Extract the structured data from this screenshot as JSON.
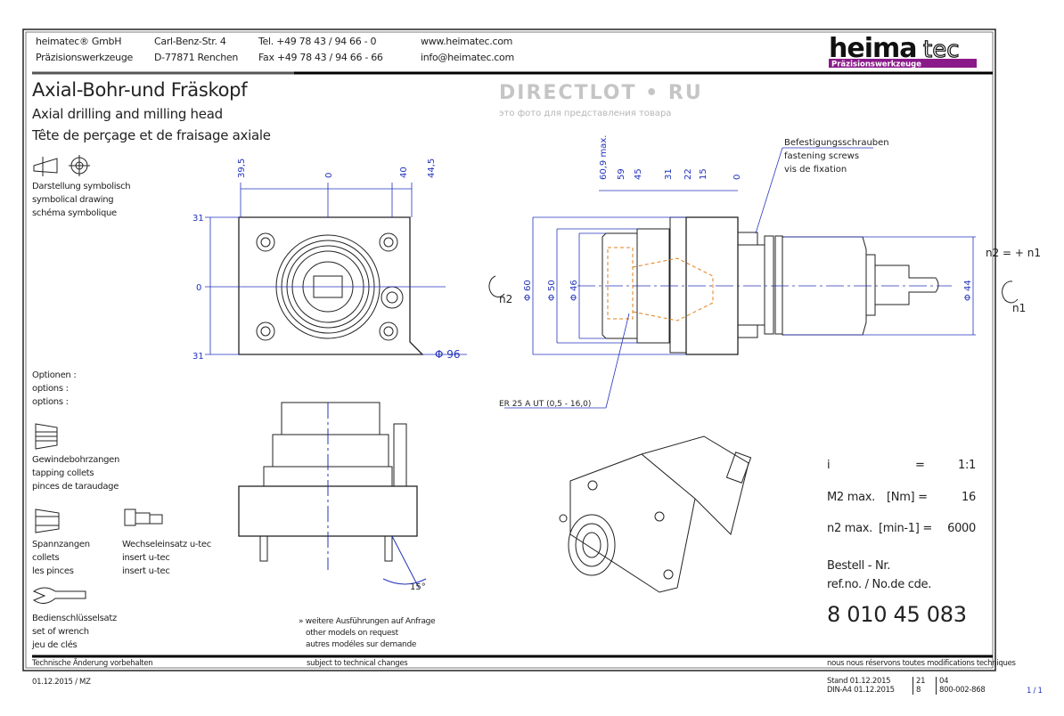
{
  "header": {
    "company": "heimatec® GmbH",
    "company_sub": "Präzisionswerkzeuge",
    "street": "Carl-Benz-Str. 4",
    "city": "D-77871 Renchen",
    "tel": "Tel. +49 78 43 / 94 66 - 0",
    "fax": "Fax +49 78 43 / 94 66 - 66",
    "web": "www.heimatec.com",
    "email": "info@heimatec.com",
    "logo": "heimatec",
    "logo_sub": "Präzisionswerkzeuge"
  },
  "watermark": {
    "text": "DIRECTLOT.RU",
    "caption": "это фото для представления товара"
  },
  "title": {
    "de": "Axial-Bohr-und Fräskopf",
    "en": "Axial drilling and milling head",
    "fr": "Tête de perçage et de fraisage axiale"
  },
  "sidebar": {
    "symbol": [
      "Darstellung symbolisch",
      "symbolical drawing",
      "schéma symbolique"
    ],
    "options": [
      "Optionen :",
      "options :",
      "options :"
    ],
    "tapping": [
      "Gewindebohrzangen",
      "tapping collets",
      "pinces de taraudage"
    ],
    "collets": [
      "Spannzangen",
      "collets",
      "les pinces"
    ],
    "insert": [
      "Wechseleinsatz u-tec",
      "insert u-tec",
      "insert u-tec"
    ],
    "wrench": [
      "Bedienschlüsselsatz",
      "set of wrench",
      "jeu de clés"
    ]
  },
  "front_view": {
    "dims_top": [
      "39,5",
      "0",
      "40",
      "44,5"
    ],
    "dims_left": [
      "31",
      "0",
      "31"
    ],
    "diameter": "Φ 96"
  },
  "side_view": {
    "dims_top": [
      "60,9 max.",
      "59",
      "45",
      "31",
      "22",
      "15",
      "0"
    ],
    "diameters": [
      "Φ 60",
      "Φ 50",
      "Φ 46",
      "Φ 44"
    ],
    "screws_note": [
      "Befestigungsschrauben",
      "fastening screws",
      "vis de fixation"
    ],
    "collet_note": "ER 25 A UT (0,5 - 16,0)",
    "n2": "n2",
    "n1": "n1",
    "ratio_note": "n2 = + n1"
  },
  "lower_view": {
    "angle": "15°"
  },
  "specs": {
    "i_label": "i",
    "i_eq": "=",
    "i_value": "1:1",
    "m2_label": "M2 max.",
    "m2_unit": "[Nm] =",
    "m2_value": "16",
    "n2_label": "n2 max.",
    "n2_unit": "[min-1] =",
    "n2_value": "6000",
    "order_label_de": "Bestell - Nr.",
    "order_label_en": "ref.no. / No.de cde.",
    "order_number": "8 010 45 083"
  },
  "notes": {
    "more_models": [
      "» weitere Ausführungen auf Anfrage",
      "other models on request",
      "autres modéles sur demande"
    ]
  },
  "footer": {
    "de": "Technische Änderung vorbehalten",
    "en": "subject to technical changes",
    "fr": "nous nous réservons toutes modifications techniques",
    "date_author": "01.12.2015 / MZ",
    "stand": "Stand 01.12.2015",
    "din": "DIN-A4 01.12.2015",
    "code_a": "21",
    "code_b": "8",
    "code_c": "04",
    "doc_no": "800-002-868",
    "page": "1 / 1"
  },
  "colors": {
    "dimension": "#2233bb",
    "hidden": "#e08020",
    "logo_accent": "#8a1a8a"
  }
}
